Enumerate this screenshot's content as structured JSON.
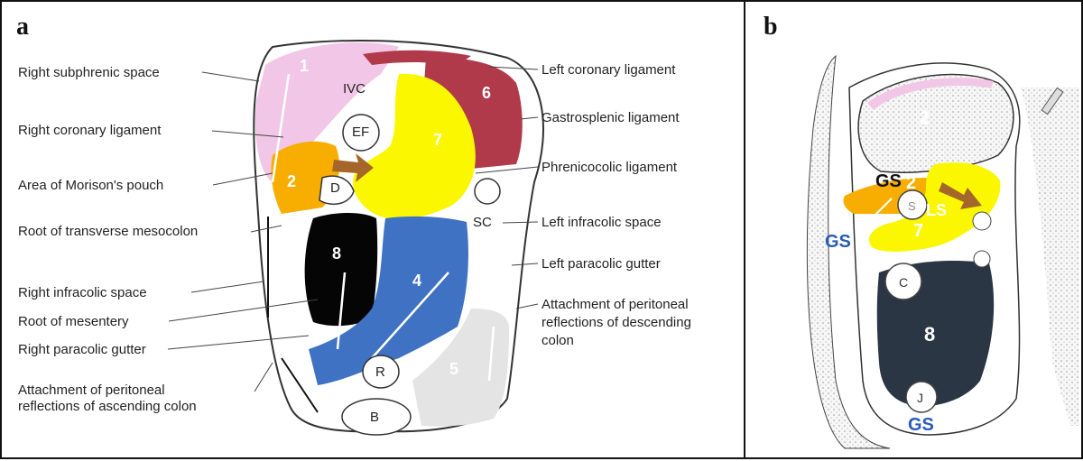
{
  "panel_a": {
    "letter": "a",
    "left_labels": [
      "Right subphrenic space",
      "Right coronary ligament",
      "Area of Morison's pouch",
      "Root of transverse mesocolon",
      "Right infracolic space",
      "Root of mesentery",
      "Right paracolic gutter",
      "Attachment of peritoneal",
      "reflections of ascending colon"
    ],
    "right_labels": [
      "Left coronary ligament",
      "Gastrosplenic ligament",
      "Phrenicocolic ligament",
      "Left infracolic space",
      "Left paracolic gutter",
      "Attachment of peritoneal",
      "reflections of descending",
      "colon"
    ],
    "structure_labels": {
      "ivc": "IVC",
      "ef": "EF",
      "d": "D",
      "sc": "SC",
      "r": "R",
      "b": "B"
    },
    "region_numbers": {
      "r1": "1",
      "r2": "2",
      "r4": "4",
      "r5": "5",
      "r6": "6",
      "r7": "7",
      "r8": "8"
    }
  },
  "panel_b": {
    "letter": "b",
    "labels": {
      "gs_top": "GS",
      "gs_left": "GS",
      "gs_bottom": "GS",
      "ls": "LS",
      "s": "S",
      "c": "C",
      "j": "J",
      "n1": "1",
      "n2_liver": "2",
      "n2": "2",
      "n7": "7",
      "n8": "8"
    }
  },
  "colors": {
    "pink": "#f2c6e6",
    "orange": "#f7ae00",
    "yellow": "#fbf700",
    "maroon": "#b03a4a",
    "blue": "#3f72c2",
    "black": "#050505",
    "grey": "#e4e4e4",
    "navy": "#2b3645",
    "brown": "#a5662a",
    "gs_blue": "#2a5bb8"
  }
}
